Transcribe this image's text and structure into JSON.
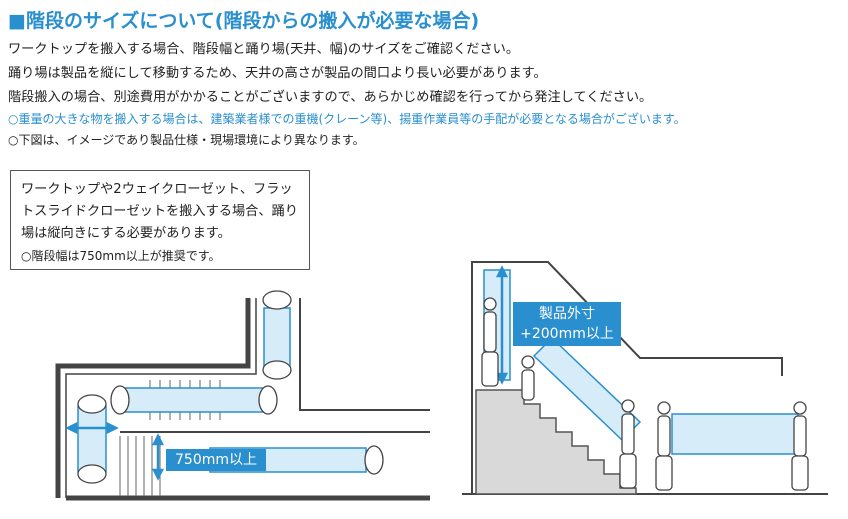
{
  "heading": "■階段のサイズについて(階段からの搬入が必要な場合)",
  "lines": [
    "ワークトップを搬入する場合、階段幅と踊り場(天井、幅)のサイズをご確認ください。",
    "踊り場は製品を縦にして移動するため、天井の高さが製品の間口より長い必要があります。",
    "階段搬入の場合、別途費用がかかることがございますので、あらかじめ確認を行ってから発注してください。"
  ],
  "note_blue": "○重量の大きな物を搬入する場合は、建築業者様での重機(クレーン等)、揚重作業員等の手配が必要となる場合がございます。",
  "note_black": "○下図は、イメージであり製品仕様・現場環境により異なります。",
  "box": {
    "text": "ワークトップや2ウェイクローゼット、フラットスライドクローゼットを搬入する場合、踊り場は縦向きにする必要があります。",
    "note": "○階段幅は750mm以上が推奨です。"
  },
  "labels": {
    "width_label": "750mm以上",
    "size_line1": "製品外寸",
    "size_line2": "+200mm以上"
  },
  "colors": {
    "accent": "#2a8fcf",
    "panel": "#d6ecf8",
    "line": "#444444"
  }
}
